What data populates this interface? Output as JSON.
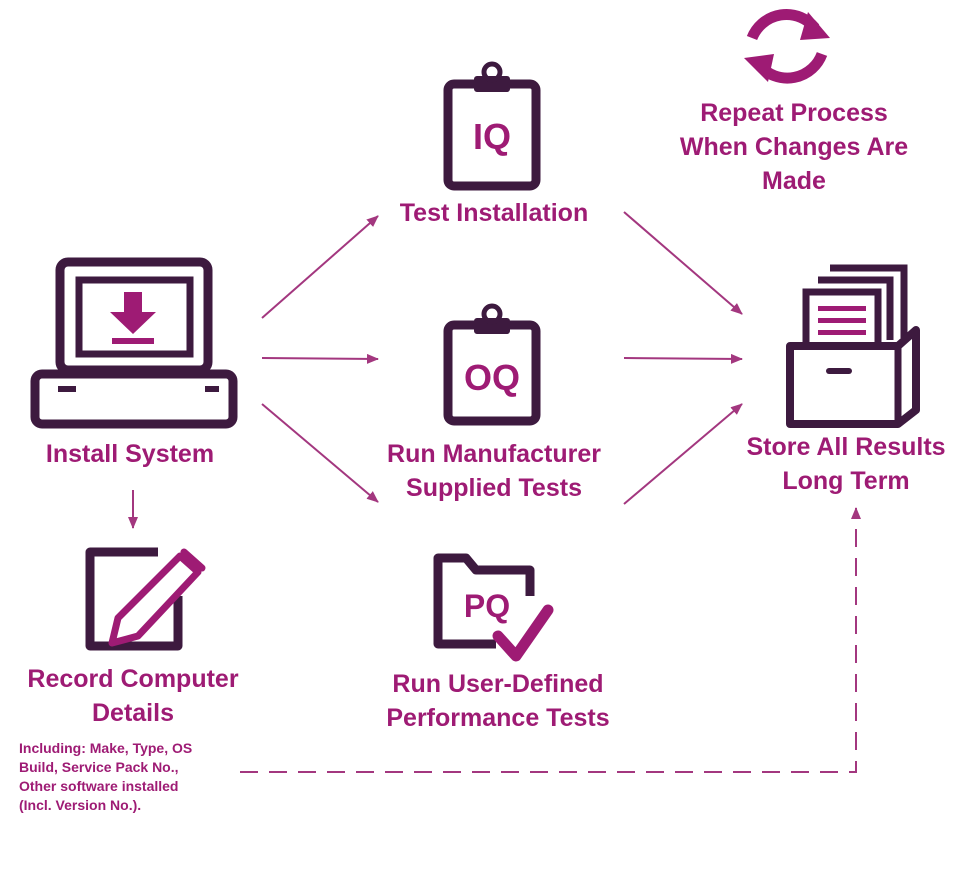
{
  "colors": {
    "accent": "#9e1b74",
    "dark": "#3d1a3f",
    "arrow": "#a3377f"
  },
  "nodes": {
    "install": {
      "label": "Install System",
      "icon": "computer-download-icon"
    },
    "record": {
      "title_line1": "Record Computer",
      "title_line2": "Details",
      "note_lines": [
        "Including: Make, Type, OS",
        "Build, Service Pack No.,",
        "Other software installed",
        "(Incl. Version No.)."
      ],
      "icon": "pencil-edit-icon"
    },
    "iq": {
      "badge": "IQ",
      "label": "Test Installation",
      "icon": "clipboard-icon"
    },
    "oq": {
      "badge": "OQ",
      "label_line1": "Run Manufacturer",
      "label_line2": "Supplied Tests",
      "icon": "clipboard-icon"
    },
    "pq": {
      "badge": "PQ",
      "label_line1": "Run User-Defined",
      "label_line2": "Performance Tests",
      "icon": "folder-check-icon"
    },
    "store": {
      "label_line1": "Store All Results",
      "label_line2": "Long Term",
      "icon": "file-box-icon"
    },
    "repeat": {
      "label_line1": "Repeat Process",
      "label_line2": "When Changes Are",
      "label_line3": "Made",
      "icon": "refresh-icon"
    }
  }
}
